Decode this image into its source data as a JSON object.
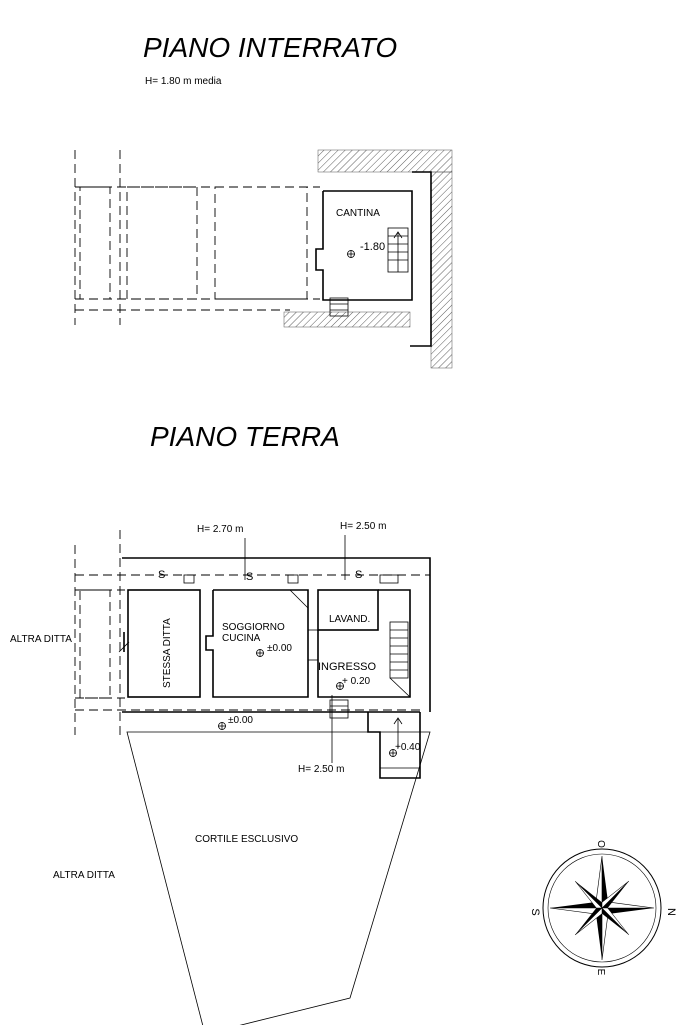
{
  "basement": {
    "title": "PIANO INTERRATO",
    "height_note": "H= 1.80 m media",
    "room_cantina": "CANTINA",
    "level_cantina": "-1.80"
  },
  "ground": {
    "title": "PIANO TERRA",
    "height_soggiorno": "H= 2.70 m",
    "height_lavand": "H= 2.50 m",
    "height_ingresso": "H= 2.50 m",
    "room_soggiorno": "SOGGIORNO",
    "room_cucina": "CUCINA",
    "level_soggiorno": "±0.00",
    "room_lavand": "LAVAND.",
    "room_ingresso": "INGRESSO",
    "level_ingresso": "+ 0.20",
    "level_esterno": "±0.00",
    "level_scala": "+0.40",
    "stessa_ditta": "STESSA DITTA",
    "altra_ditta_left": "ALTRA DITTA",
    "altra_ditta_bottom": "ALTRA DITTA",
    "cortile": "CORTILE ESCLUSIVO",
    "s_marks": [
      "S",
      "S",
      "S"
    ]
  },
  "compass": {
    "north": "N",
    "south": "S",
    "east": "E",
    "west": "O"
  }
}
